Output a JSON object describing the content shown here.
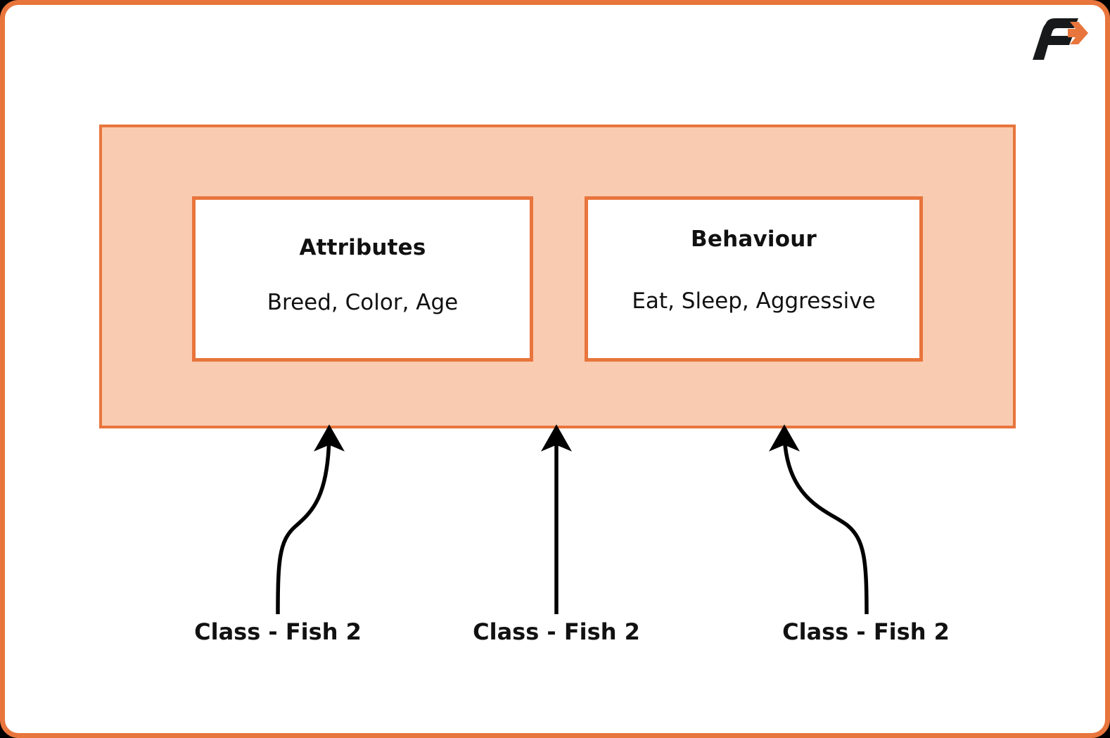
{
  "brand": {
    "logo_icon": "f-arrow-logo-icon",
    "letter": "F",
    "accent_color": "#E8753C",
    "mark_color": "#17191A"
  },
  "colors": {
    "border": "#E8753C",
    "panel_fill": "#F9CBB1",
    "box_fill": "#FFFFFF",
    "text": "#111111",
    "arrow": "#000000"
  },
  "diagram": {
    "class_panel": {
      "members": [
        {
          "title": "Attributes",
          "items": "Breed, Color, Age"
        },
        {
          "title": "Behaviour",
          "items": "Eat, Sleep, Aggressive"
        }
      ]
    },
    "instances": [
      {
        "label": "Class - Fish 2",
        "connector": "curved-s-arrow-left"
      },
      {
        "label": "Class - Fish 2",
        "connector": "straight-arrow"
      },
      {
        "label": "Class - Fish 2",
        "connector": "curved-s-arrow-right"
      }
    ]
  }
}
